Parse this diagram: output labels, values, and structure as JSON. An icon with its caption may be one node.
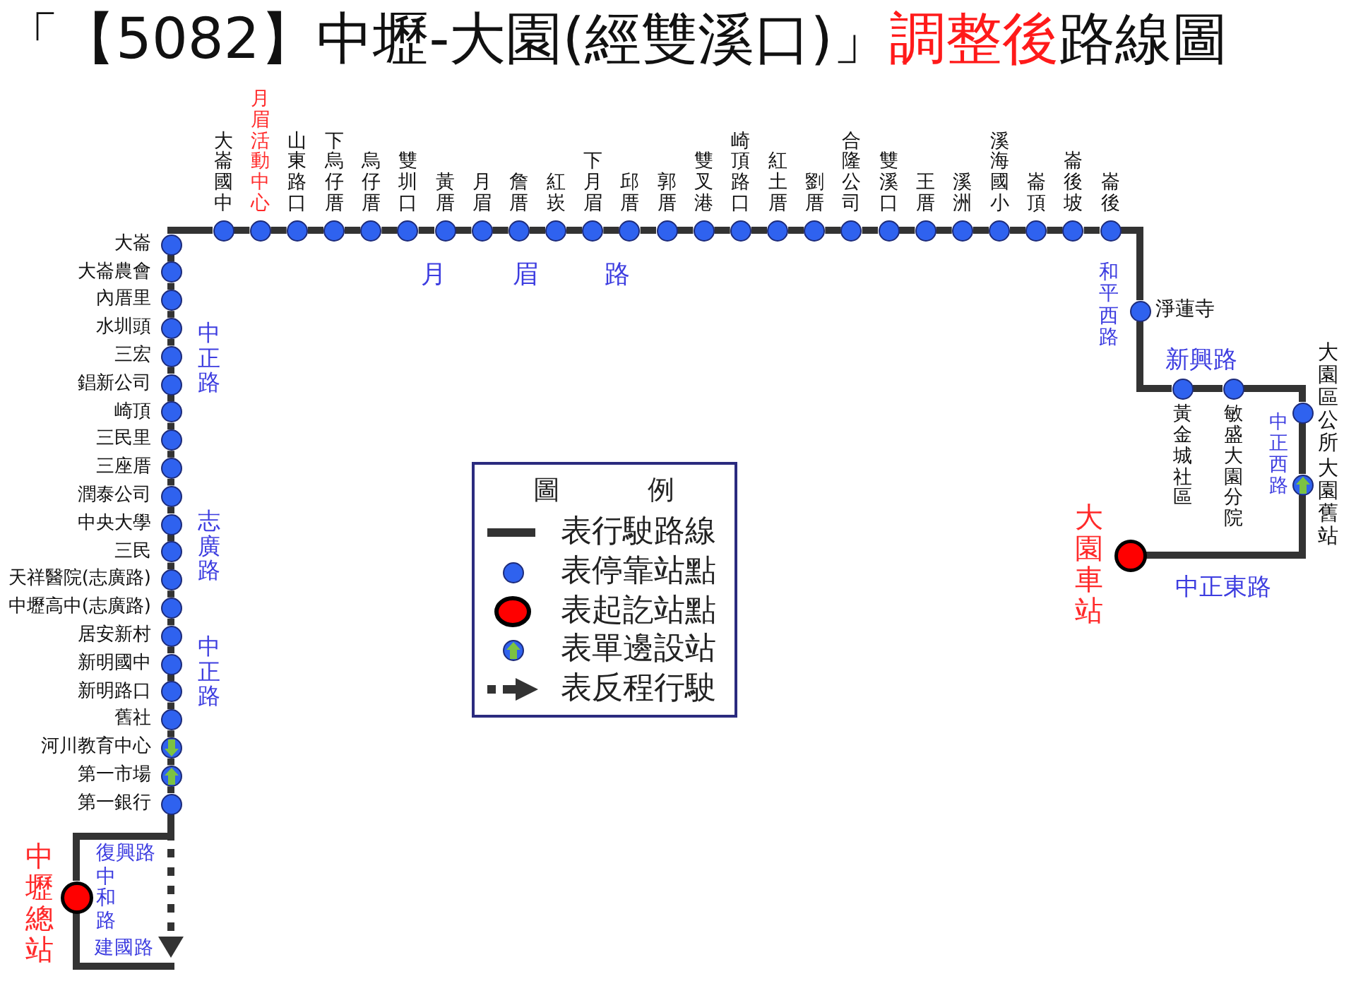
{
  "diagram": {
    "title": "「【5082】中壢-大園(經雙溪口)」**調整後**路線圖",
    "nodes": [
      {
        "text": [],
        "shape": "circle",
        "beside": [
          "中壢總站"
        ]
      },
      {
        "text": [],
        "shape": "circle",
        "beside": [
          "第一銀行"
        ]
      },
      {
        "text": [],
        "shape": "circle",
        "beside": [
          "第一市場"
        ]
      },
      {
        "text": [],
        "shape": "circle",
        "beside": [
          "河川教育中心"
        ]
      },
      {
        "text": [],
        "shape": "circle",
        "beside": [
          "舊社"
        ]
      },
      {
        "text": [],
        "shape": "circle",
        "beside": [
          "新明路口"
        ]
      },
      {
        "text": [],
        "shape": "circle",
        "beside": [
          "新明國中"
        ]
      },
      {
        "text": [],
        "shape": "circle",
        "beside": [
          "居安新村"
        ]
      },
      {
        "text": [],
        "shape": "circle",
        "beside": [
          "中壢高中(志廣路)"
        ]
      },
      {
        "text": [],
        "shape": "circle",
        "beside": [
          "天祥醫院(志廣路)"
        ]
      },
      {
        "text": [],
        "shape": "circle",
        "beside": [
          "三民"
        ]
      },
      {
        "text": [],
        "shape": "circle",
        "beside": [
          "中央大學"
        ]
      },
      {
        "text": [],
        "shape": "circle",
        "beside": [
          "潤泰公司"
        ]
      },
      {
        "text": [],
        "shape": "circle",
        "beside": [
          "三座厝"
        ]
      },
      {
        "text": [],
        "shape": "circle",
        "beside": [
          "三民里"
        ]
      },
      {
        "text": [],
        "shape": "circle",
        "beside": [
          "崎頂"
        ]
      },
      {
        "text": [],
        "shape": "circle",
        "beside": [
          "錩新公司"
        ]
      },
      {
        "text": [],
        "shape": "circle",
        "beside": [
          "三宏"
        ]
      },
      {
        "text": [],
        "shape": "circle",
        "beside": [
          "水圳頭"
        ]
      },
      {
        "text": [],
        "shape": "circle",
        "beside": [
          "內厝里"
        ]
      },
      {
        "text": [],
        "shape": "circle",
        "beside": [
          "大崙農會"
        ]
      },
      {
        "text": [],
        "shape": "circle",
        "beside": [
          "大崙"
        ]
      },
      {
        "text": [],
        "shape": "circle",
        "beside": [
          "大崙國中"
        ]
      },
      {
        "text": [],
        "shape": "circle",
        "beside": [
          "月眉活動中心"
        ]
      },
      {
        "text": [],
        "shape": "circle",
        "beside": [
          "山東路口"
        ]
      },
      {
        "text": [],
        "shape": "circle",
        "beside": [
          "下烏仔厝"
        ]
      },
      {
        "text": [],
        "shape": "circle",
        "beside": [
          "烏仔厝"
        ]
      },
      {
        "text": [],
        "shape": "circle",
        "beside": [
          "雙圳口"
        ]
      },
      {
        "text": [],
        "shape": "circle",
        "beside": [
          "黃厝"
        ]
      },
      {
        "text": [],
        "shape": "circle",
        "beside": [
          "月眉"
        ]
      },
      {
        "text": [],
        "shape": "circle",
        "beside": [
          "詹厝"
        ]
      },
      {
        "text": [],
        "shape": "circle",
        "beside": [
          "紅崁"
        ]
      },
      {
        "text": [],
        "shape": "circle",
        "beside": [
          "下月眉"
        ]
      },
      {
        "text": [],
        "shape": "circle",
        "beside": [
          "邱厝"
        ]
      },
      {
        "text": [],
        "shape": "circle",
        "beside": [
          "郭厝"
        ]
      },
      {
        "text": [],
        "shape": "circle",
        "beside": [
          "雙叉港"
        ]
      },
      {
        "text": [],
        "shape": "circle",
        "beside": [
          "崎頂路口"
        ]
      },
      {
        "text": [],
        "shape": "circle",
        "beside": [
          "紅土厝"
        ]
      },
      {
        "text": [],
        "shape": "circle",
        "beside": [
          "劉厝"
        ]
      },
      {
        "text": [],
        "shape": "circle",
        "beside": [
          "合隆公司"
        ]
      },
      {
        "text": [],
        "shape": "circle",
        "beside": [
          "雙溪口"
        ]
      },
      {
        "text": [],
        "shape": "circle",
        "beside": [
          "王厝"
        ]
      },
      {
        "text": [],
        "shape": "circle",
        "beside": [
          "溪洲"
        ]
      },
      {
        "text": [],
        "shape": "circle",
        "beside": [
          "溪海國小"
        ]
      },
      {
        "text": [],
        "shape": "circle",
        "beside": [
          "崙頂"
        ]
      },
      {
        "text": [],
        "shape": "circle",
        "beside": [
          "崙後坡"
        ]
      },
      {
        "text": [],
        "shape": "circle",
        "beside": [
          "崙後"
        ]
      },
      {
        "text": [],
        "shape": "circle",
        "beside": [
          "淨蓮寺"
        ]
      },
      {
        "text": [],
        "shape": "circle",
        "beside": [
          "黃金城社區"
        ]
      },
      {
        "text": [],
        "shape": "circle",
        "beside": [
          "敏盛大園分院"
        ]
      },
      {
        "text": [],
        "shape": "circle",
        "beside": [
          "大園區公所"
        ]
      },
      {
        "text": [],
        "shape": "circle",
        "beside": [
          "大園舊站"
        ]
      },
      {
        "text": [],
        "shape": "circle",
        "beside": [
          "大園車站"
        ]
      }
    ],
    "edges": [
      {
        "from": 0,
        "to": 1,
        "arrow": "none"
      },
      {
        "from": 1,
        "to": 2,
        "arrow": "none"
      },
      {
        "from": 2,
        "to": 3,
        "arrow": "none"
      },
      {
        "from": 3,
        "to": 4,
        "arrow": "none"
      },
      {
        "from": 4,
        "to": 5,
        "arrow": "none"
      },
      {
        "from": 5,
        "to": 6,
        "arrow": "none"
      },
      {
        "from": 6,
        "to": 7,
        "arrow": "none"
      },
      {
        "from": 7,
        "to": 8,
        "arrow": "none"
      },
      {
        "from": 8,
        "to": 9,
        "arrow": "none"
      },
      {
        "from": 9,
        "to": 10,
        "arrow": "none"
      },
      {
        "from": 10,
        "to": 11,
        "arrow": "none"
      },
      {
        "from": 11,
        "to": 12,
        "arrow": "none"
      },
      {
        "from": 12,
        "to": 13,
        "arrow": "none"
      },
      {
        "from": 13,
        "to": 14,
        "arrow": "none"
      },
      {
        "from": 14,
        "to": 15,
        "arrow": "none"
      },
      {
        "from": 15,
        "to": 16,
        "arrow": "none"
      },
      {
        "from": 16,
        "to": 17,
        "arrow": "none"
      },
      {
        "from": 17,
        "to": 18,
        "arrow": "none"
      },
      {
        "from": 18,
        "to": 19,
        "arrow": "none"
      },
      {
        "from": 19,
        "to": 20,
        "arrow": "none"
      },
      {
        "from": 20,
        "to": 21,
        "arrow": "none"
      },
      {
        "from": 21,
        "to": 22,
        "arrow": "none"
      },
      {
        "from": 22,
        "to": 23,
        "arrow": "none"
      },
      {
        "from": 23,
        "to": 24,
        "arrow": "none"
      },
      {
        "from": 24,
        "to": 25,
        "arrow": "none"
      },
      {
        "from": 25,
        "to": 26,
        "arrow": "none"
      },
      {
        "from": 26,
        "to": 27,
        "arrow": "none"
      },
      {
        "from": 27,
        "to": 28,
        "arrow": "none"
      },
      {
        "from": 28,
        "to": 29,
        "arrow": "none"
      },
      {
        "from": 29,
        "to": 30,
        "arrow": "none"
      },
      {
        "from": 30,
        "to": 31,
        "arrow": "none"
      },
      {
        "from": 31,
        "to": 32,
        "arrow": "none"
      },
      {
        "from": 32,
        "to": 33,
        "arrow": "none"
      },
      {
        "from": 33,
        "to": 34,
        "arrow": "none"
      },
      {
        "from": 34,
        "to": 35,
        "arrow": "none"
      },
      {
        "from": 35,
        "to": 36,
        "arrow": "none"
      },
      {
        "from": 36,
        "to": 37,
        "arrow": "none"
      },
      {
        "from": 37,
        "to": 38,
        "arrow": "none"
      },
      {
        "from": 38,
        "to": 39,
        "arrow": "none"
      },
      {
        "from": 39,
        "to": 40,
        "arrow": "none"
      },
      {
        "from": 40,
        "to": 41,
        "arrow": "none"
      },
      {
        "from": 41,
        "to": 42,
        "arrow": "none"
      },
      {
        "from": 42,
        "to": 43,
        "arrow": "none"
      },
      {
        "from": 43,
        "to": 44,
        "arrow": "none"
      },
      {
        "from": 44,
        "to": 45,
        "arrow": "none"
      },
      {
        "from": 45,
        "to": 46,
        "arrow": "none"
      },
      {
        "from": 46,
        "to": 47,
        "arrow": "none"
      },
      {
        "from": 47,
        "to": 48,
        "arrow": "none"
      },
      {
        "from": 48,
        "to": 49,
        "arrow": "none"
      },
      {
        "from": 49,
        "to": 50,
        "arrow": "none"
      },
      {
        "from": 50,
        "to": 51,
        "arrow": "none"
      },
      {
        "from": 51,
        "to": 52,
        "arrow": "none"
      },
      {
        "from": 1,
        "to": 0,
        "arrow": "to",
        "style": "dashed",
        "label": "建國路"
      }
    ],
    "labels": [
      "月眉路",
      "和平西路",
      "中正路",
      "新興路",
      "中正西路",
      "圖例",
      "志廣路",
      "中正東路",
      "中正路",
      "復興路",
      "中和路"
    ],
    "legend": [
      {
        "text": "表行駛路線"
      },
      {
        "text": "表停靠站點"
      },
      {
        "text": "表起訖站點"
      },
      {
        "text": "表單邊設站"
      },
      {
        "text": "表反程行駛"
      }
    ]
  }
}
